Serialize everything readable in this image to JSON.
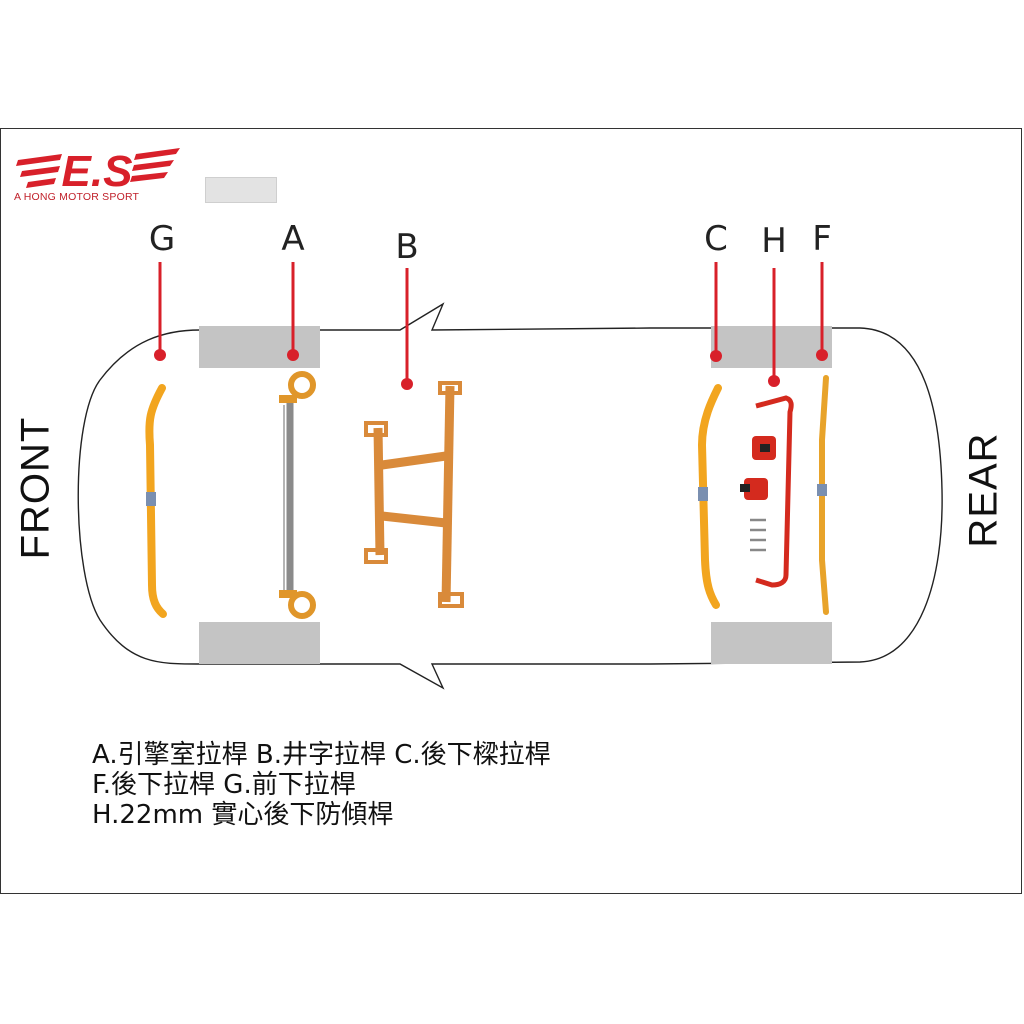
{
  "brand": {
    "logo_text": "E.S",
    "tagline": "A HONG MOTOR SPORT"
  },
  "sides": {
    "front": "FRONT",
    "rear": "REAR"
  },
  "markers": [
    "G",
    "A",
    "B",
    "C",
    "H",
    "F"
  ],
  "legend": [
    "A.引擎室拉桿 B.井字拉桿 C.後下樑拉桿",
    "F.後下拉桿 G.前下拉桿",
    "H.22mm 實心後下防傾桿"
  ],
  "colors": {
    "accent_red": "#d8202a",
    "bar_yellow": "#f2a51f",
    "bar_orange": "#d98a3a",
    "bar_red": "#d42a1e",
    "wheel_gray": "#c4c4c4"
  }
}
